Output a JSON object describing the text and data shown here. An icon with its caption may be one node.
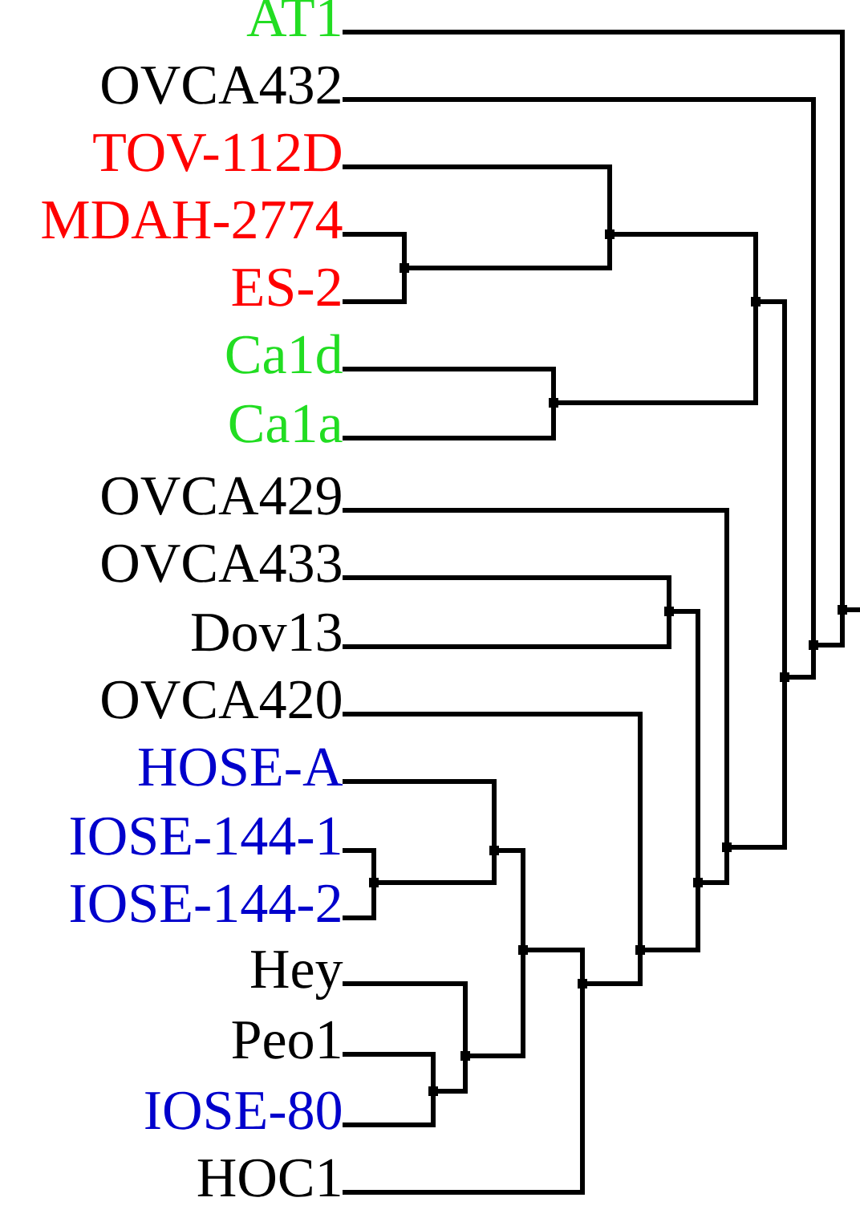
{
  "diagram": {
    "nodes": [
      {
        "text": [
          "AT1"
        ]
      },
      {
        "text": [
          "OVCA432"
        ]
      },
      {
        "text": [
          "TOV-112D"
        ]
      },
      {
        "text": [
          "MDAH-2774"
        ]
      },
      {
        "text": [
          "ES-2"
        ]
      },
      {
        "text": [
          "Ca1d"
        ]
      },
      {
        "text": [
          "Ca1a"
        ]
      },
      {
        "text": [
          "OVCA429"
        ]
      },
      {
        "text": [
          "OVCA433"
        ]
      },
      {
        "text": [
          "Dov13"
        ]
      },
      {
        "text": [
          "OVCA420"
        ]
      },
      {
        "text": [
          "HOSE-A"
        ]
      },
      {
        "text": [
          "IOSE-144-1"
        ]
      },
      {
        "text": [
          "IOSE-144-2"
        ]
      },
      {
        "text": [
          "Hey"
        ]
      },
      {
        "text": [
          "Peo1"
        ]
      },
      {
        "text": [
          "IOSE-80"
        ]
      },
      {
        "text": [
          "HOC1"
        ]
      },
      {
        "text": [],
        "shape": "point"
      },
      {
        "text": [],
        "shape": "point"
      },
      {
        "text": [],
        "shape": "point"
      },
      {
        "text": [],
        "shape": "point"
      },
      {
        "text": [],
        "shape": "point"
      },
      {
        "text": [],
        "shape": "point"
      },
      {
        "text": [],
        "shape": "point"
      },
      {
        "text": [],
        "shape": "point"
      },
      {
        "text": [],
        "shape": "point"
      },
      {
        "text": [],
        "shape": "point"
      },
      {
        "text": [],
        "shape": "point"
      },
      {
        "text": [],
        "shape": "point"
      },
      {
        "text": [],
        "shape": "point"
      },
      {
        "text": [],
        "shape": "point"
      },
      {
        "text": [],
        "shape": "point"
      },
      {
        "text": [],
        "shape": "point"
      },
      {
        "text": [],
        "shape": "point"
      }
    ],
    "edges": [
      {
        "from": 3,
        "to": 18,
        "arrow": "none"
      },
      {
        "from": 4,
        "to": 18,
        "arrow": "none"
      },
      {
        "from": 2,
        "to": 19,
        "arrow": "none"
      },
      {
        "from": 18,
        "to": 19,
        "arrow": "none"
      },
      {
        "from": 5,
        "to": 20,
        "arrow": "none"
      },
      {
        "from": 6,
        "to": 20,
        "arrow": "none"
      },
      {
        "from": 19,
        "to": 21,
        "arrow": "none"
      },
      {
        "from": 20,
        "to": 21,
        "arrow": "none"
      },
      {
        "from": 8,
        "to": 22,
        "arrow": "none"
      },
      {
        "from": 9,
        "to": 22,
        "arrow": "none"
      },
      {
        "from": 12,
        "to": 23,
        "arrow": "none"
      },
      {
        "from": 13,
        "to": 23,
        "arrow": "none"
      },
      {
        "from": 11,
        "to": 24,
        "arrow": "none"
      },
      {
        "from": 23,
        "to": 24,
        "arrow": "none"
      },
      {
        "from": 15,
        "to": 25,
        "arrow": "none"
      },
      {
        "from": 16,
        "to": 25,
        "arrow": "none"
      },
      {
        "from": 14,
        "to": 26,
        "arrow": "none"
      },
      {
        "from": 25,
        "to": 26,
        "arrow": "none"
      },
      {
        "from": 24,
        "to": 27,
        "arrow": "none"
      },
      {
        "from": 26,
        "to": 27,
        "arrow": "none"
      },
      {
        "from": 27,
        "to": 28,
        "arrow": "none"
      },
      {
        "from": 17,
        "to": 28,
        "arrow": "none"
      },
      {
        "from": 10,
        "to": 29,
        "arrow": "none"
      },
      {
        "from": 28,
        "to": 29,
        "arrow": "none"
      },
      {
        "from": 22,
        "to": 30,
        "arrow": "none"
      },
      {
        "from": 29,
        "to": 30,
        "arrow": "none"
      },
      {
        "from": 7,
        "to": 31,
        "arrow": "none"
      },
      {
        "from": 30,
        "to": 31,
        "arrow": "none"
      },
      {
        "from": 21,
        "to": 32,
        "arrow": "none"
      },
      {
        "from": 31,
        "to": 32,
        "arrow": "none"
      },
      {
        "from": 1,
        "to": 33,
        "arrow": "none"
      },
      {
        "from": 32,
        "to": 33,
        "arrow": "none"
      },
      {
        "from": 0,
        "to": 34,
        "arrow": "none"
      },
      {
        "from": 33,
        "to": 34,
        "arrow": "none"
      },
      {
        "from": 34,
        "to": null,
        "arrow": "none"
      }
    ]
  }
}
